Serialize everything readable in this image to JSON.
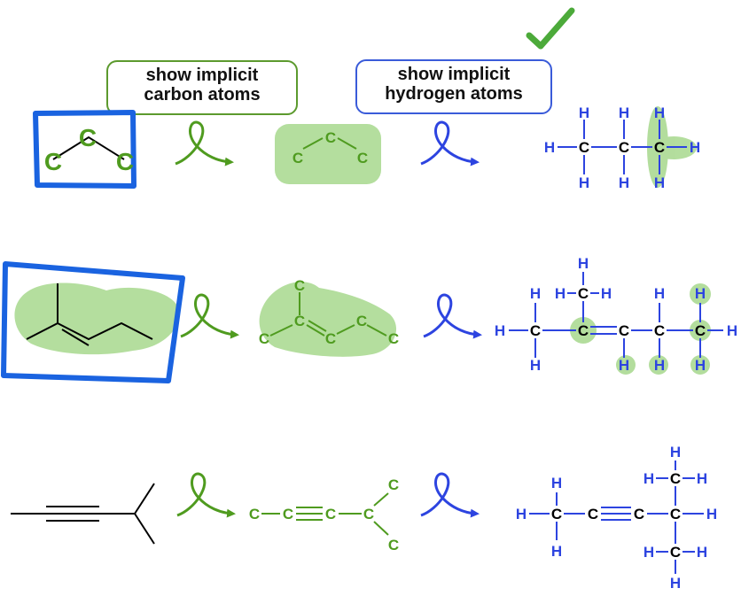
{
  "labels": {
    "carbon_line1": "show implicit",
    "carbon_line2": "carbon atoms",
    "hydrogen_line1": "show implicit",
    "hydrogen_line2": "hydrogen atoms"
  },
  "atoms": {
    "carbon": "C",
    "hydrogen": "H"
  },
  "colors": {
    "carbon_green": "#4f9b1f",
    "hydrogen_blue": "#2d44e0",
    "highlight_green": "#8ccc6a",
    "box_blue": "#1a63e0",
    "check_green": "#4caa3a"
  },
  "icons": [
    "check-mark-icon",
    "loop-arrow-icon",
    "selection-box"
  ]
}
